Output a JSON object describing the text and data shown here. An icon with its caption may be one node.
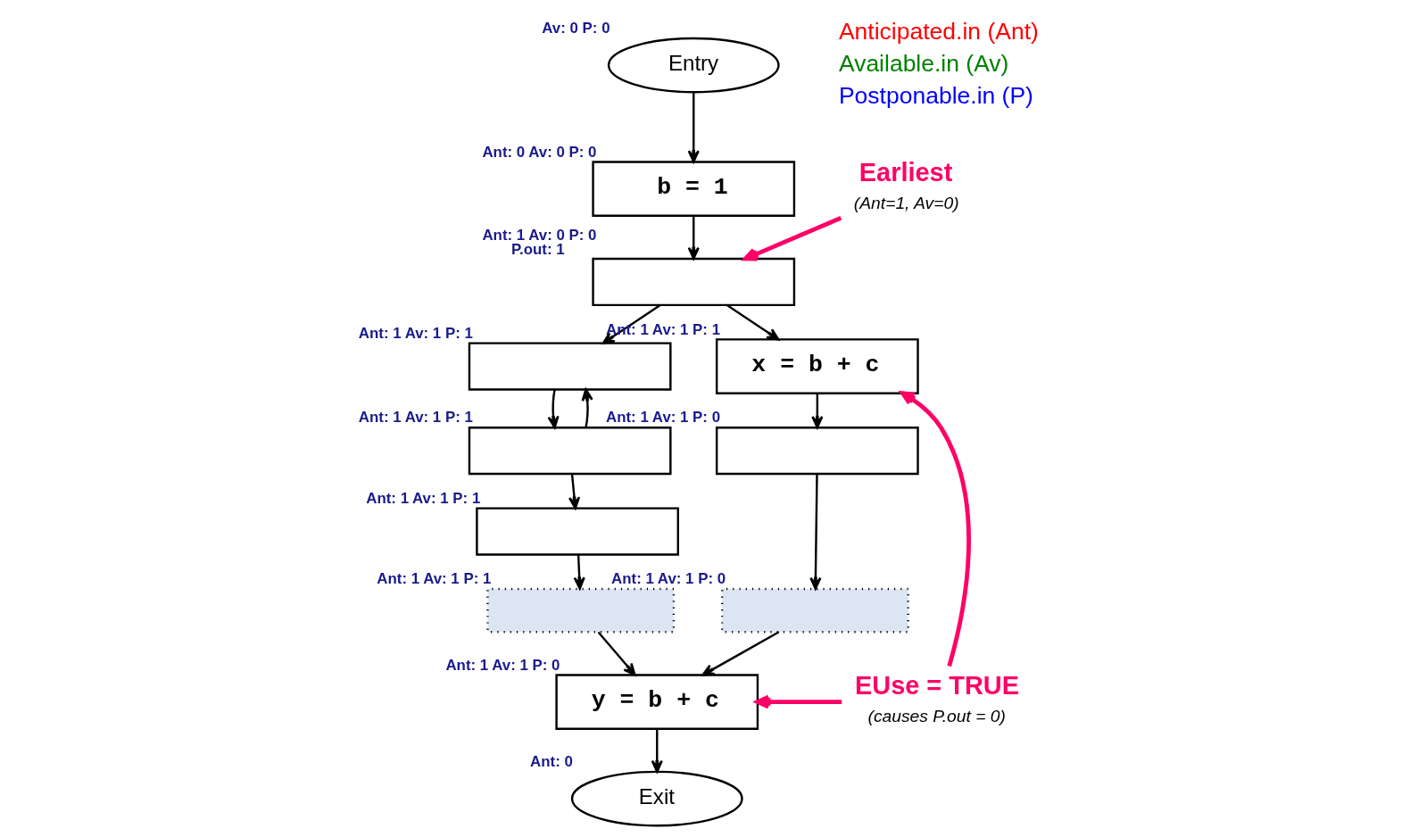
{
  "diagram": {
    "nodes": [
      {
        "text": [
          "Entry"
        ],
        "beside": [
          "Av: 0 P: 0"
        ]
      },
      {
        "text": [
          "b = 1"
        ],
        "beside": [
          "Ant: 0 Av: 0 P: 0"
        ]
      },
      {
        "text": [],
        "shape": "box",
        "beside": [
          "Ant: 1 Av: 0 P: 0",
          "P.out: 1"
        ]
      },
      {
        "text": [],
        "shape": "box",
        "beside": [
          "Ant: 1 Av: 1 P: 1"
        ]
      },
      {
        "text": [],
        "shape": "box",
        "beside": [
          "Ant: 1 Av: 1 P: 1"
        ]
      },
      {
        "text": [],
        "shape": "box",
        "beside": [
          "Ant: 1 Av: 1 P: 1"
        ]
      },
      {
        "text": [],
        "shape": "box",
        "beside": [
          "Ant: 1 Av: 1 P: 1"
        ]
      },
      {
        "text": [
          "x = b + c"
        ],
        "beside": [
          "Ant: 1 Av: 1 P: 1"
        ]
      },
      {
        "text": [],
        "shape": "box",
        "beside": [
          "Ant: 1 Av: 1 P: 0"
        ]
      },
      {
        "text": [],
        "shape": "box",
        "beside": [
          "Ant: 1 Av: 1 P: 0"
        ]
      },
      {
        "text": [
          "y = b + c"
        ],
        "beside": [
          "Ant: 1 Av: 1 P: 0"
        ]
      },
      {
        "text": [
          "Exit"
        ],
        "beside": [
          "Ant: 0"
        ]
      },
      {
        "text": [
          "Earliest",
          "(Ant=1, Av=0)"
        ]
      },
      {
        "text": [
          "EUse = TRUE",
          "(causes P.out = 0)"
        ]
      }
    ],
    "edges": [
      {
        "from": 0,
        "to": 1,
        "arrow": "to"
      },
      {
        "from": 1,
        "to": 2,
        "arrow": "to"
      },
      {
        "from": 2,
        "to": 3,
        "arrow": "to"
      },
      {
        "from": 2,
        "to": 7,
        "arrow": "to"
      },
      {
        "from": 3,
        "to": 4,
        "arrow": "to"
      },
      {
        "from": 4,
        "to": 5,
        "arrow": "to"
      },
      {
        "from": 4,
        "to": 3,
        "arrow": "to"
      },
      {
        "from": 5,
        "to": 6,
        "arrow": "to"
      },
      {
        "from": 6,
        "to": 10,
        "arrow": "to"
      },
      {
        "from": 7,
        "to": 8,
        "arrow": "to"
      },
      {
        "from": 8,
        "to": 9,
        "arrow": "to"
      },
      {
        "from": 9,
        "to": 10,
        "arrow": "to"
      },
      {
        "from": 10,
        "to": 11,
        "arrow": "to"
      },
      {
        "from": 12,
        "to": 2,
        "arrow": "to",
        "style": "thick",
        "color": "#ff0066"
      },
      {
        "from": 13,
        "to": 7,
        "arrow": "to",
        "style": "thick",
        "color": "#ff0066"
      },
      {
        "from": 13,
        "to": 10,
        "arrow": "to",
        "style": "thick",
        "color": "#ff0066"
      }
    ],
    "labels": [
      "Anticipated.in (Ant)",
      "Available.in (Av)",
      "Postponable.in (P)"
    ]
  }
}
